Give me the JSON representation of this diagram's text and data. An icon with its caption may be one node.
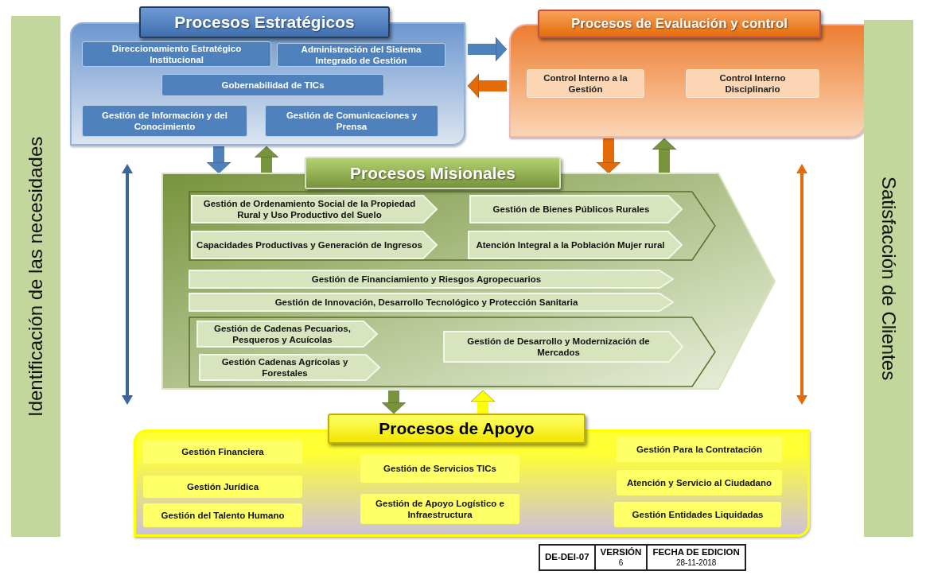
{
  "diagram": {
    "nodes": [
      {
        "text": [
          "Identificación de las necesidades"
        ]
      },
      {
        "text": [
          "Procesos Estratégicos"
        ]
      },
      {
        "text": [
          "Direccionamiento Estratégico Institucional"
        ],
        "in": 1
      },
      {
        "text": [
          "Administración del Sistema Integrado de Gestión"
        ],
        "in": 1
      },
      {
        "text": [
          "Gobernabilidad de TICs"
        ],
        "in": 1
      },
      {
        "text": [
          "Gestión de Información y del Conocimiento"
        ],
        "in": 1
      },
      {
        "text": [
          "Gestión de Comunicaciones y Prensa"
        ],
        "in": 1
      },
      {
        "text": [
          "Procesos de Evaluación y control"
        ]
      },
      {
        "text": [
          "Control Interno a la Gestión"
        ],
        "in": 7
      },
      {
        "text": [
          "Control Interno Disciplinario"
        ],
        "in": 7
      },
      {
        "text": [
          "Procesos Misionales"
        ]
      },
      {
        "text": [],
        "shape": "box",
        "in": 10
      },
      {
        "text": [
          "Gestión de Ordenamiento Social de la Propiedad Rural y Uso Productivo del Suelo"
        ],
        "in": 11
      },
      {
        "text": [
          "Gestión de Bienes Públicos Rurales"
        ],
        "in": 11
      },
      {
        "text": [
          "Capacidades Productivas y Generación de Ingresos"
        ],
        "in": 11
      },
      {
        "text": [
          "Atención Integral a la Población Mujer rural"
        ],
        "in": 11
      },
      {
        "text": [
          "Gestión de Financiamiento y Riesgos Agropecuarios"
        ],
        "in": 10
      },
      {
        "text": [
          "Gestión de Innovación, Desarrollo Tecnológico y Protección Sanitaria"
        ],
        "in": 10
      },
      {
        "text": [],
        "shape": "box",
        "in": 10
      },
      {
        "text": [
          "Gestión de Cadenas Pecuarios, Pesqueros y Acuícolas"
        ],
        "in": 18
      },
      {
        "text": [
          "Gestión Cadenas Agrícolas y Forestales"
        ],
        "in": 18
      },
      {
        "text": [
          "Gestión de Desarrollo y Modernización de Mercados"
        ],
        "in": 18
      },
      {
        "text": [
          "Procesos de Apoyo"
        ]
      },
      {
        "text": [
          "Gestión Financiera"
        ],
        "in": 22
      },
      {
        "text": [
          "Gestión Jurídica"
        ],
        "in": 22
      },
      {
        "text": [
          "Gestión del Talento Humano"
        ],
        "in": 22
      },
      {
        "text": [
          "Gestión de Servicios TICs"
        ],
        "in": 22
      },
      {
        "text": [
          "Gestión de Apoyo Logístico e Infraestructura"
        ],
        "in": 22
      },
      {
        "text": [
          "Gestión Para la Contratación"
        ],
        "in": 22
      },
      {
        "text": [
          "Atención y Servicio al Ciudadano"
        ],
        "in": 22
      },
      {
        "text": [
          "Gestión Entidades Liquidadas"
        ],
        "in": 22
      },
      {
        "text": [
          "Satisfacción de Clientes"
        ]
      }
    ],
    "edges": [
      {
        "from": 1,
        "to": 7,
        "arrow": "to",
        "color": "#4f81bd"
      },
      {
        "from": 7,
        "to": 1,
        "arrow": "to",
        "color": "#e36c09"
      },
      {
        "from": 1,
        "to": 10,
        "arrow": "to",
        "color": "#4f81bd"
      },
      {
        "from": 10,
        "to": 1,
        "arrow": "to"
      },
      {
        "from": 7,
        "to": 10,
        "arrow": "to",
        "color": "#e36c09"
      },
      {
        "from": 10,
        "to": 7,
        "arrow": "to"
      },
      {
        "from": 10,
        "to": 22,
        "arrow": "to"
      },
      {
        "from": 22,
        "to": 10,
        "arrow": "to",
        "color": "#ffff00"
      }
    ],
    "labels": [
      "DE-DEI-07",
      "VERSIÓN",
      "6",
      "FECHA DE EDICION",
      "28-11-2018"
    ]
  }
}
